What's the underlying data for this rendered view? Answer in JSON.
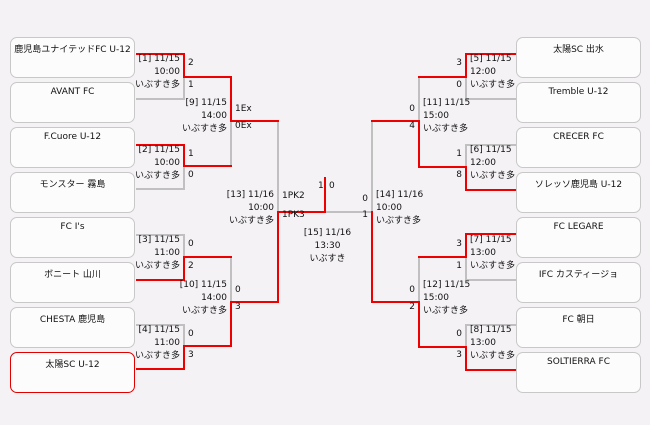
{
  "teams_left": [
    "鹿児島ユナイテッドFC U-12",
    "AVANT FC",
    "F.Cuore U-12",
    "モンスター 霧島",
    "FC I's",
    "ボニート 山川",
    "CHESTA 鹿児島",
    "太陽SC U-12"
  ],
  "teams_right": [
    "太陽SC 出水",
    "Tremble U-12",
    "CRECER FC",
    "ソレッソ鹿児島 U-12",
    "FC LEGARE",
    "IFC カスティージョ",
    "FC 朝日",
    "SOLTIERRA FC"
  ],
  "matches": {
    "m1": {
      "label": "[1] 11/15",
      "time": "10:00",
      "venue": "いぶすき多",
      "s1": "2",
      "s2": "1"
    },
    "m2": {
      "label": "[2] 11/15",
      "time": "10:00",
      "venue": "いぶすき多",
      "s1": "1",
      "s2": "0"
    },
    "m3": {
      "label": "[3] 11/15",
      "time": "11:00",
      "venue": "いぶすき多",
      "s1": "0",
      "s2": "2"
    },
    "m4": {
      "label": "[4] 11/15",
      "time": "11:00",
      "venue": "いぶすき多",
      "s1": "0",
      "s2": "3"
    },
    "m5": {
      "label": "[5] 11/15",
      "time": "12:00",
      "venue": "いぶすき多",
      "s1": "3",
      "s2": "0"
    },
    "m6": {
      "label": "[6] 11/15",
      "time": "12:00",
      "venue": "いぶすき多",
      "s1": "1",
      "s2": "8"
    },
    "m7": {
      "label": "[7] 11/15",
      "time": "13:00",
      "venue": "いぶすき多",
      "s1": "3",
      "s2": "1"
    },
    "m8": {
      "label": "[8] 11/15",
      "time": "13:00",
      "venue": "いぶすき多",
      "s1": "0",
      "s2": "3"
    },
    "m9": {
      "label": "[9] 11/15",
      "time": "14:00",
      "venue": "いぶすき多",
      "s1": "1Ex",
      "s2": "0Ex"
    },
    "m10": {
      "label": "[10] 11/15",
      "time": "14:00",
      "venue": "いぶすき多",
      "s1": "0",
      "s2": "3"
    },
    "m11": {
      "label": "[11] 11/15",
      "time": "15:00",
      "venue": "いぶすき多",
      "s1": "0",
      "s2": "4"
    },
    "m12": {
      "label": "[12] 11/15",
      "time": "15:00",
      "venue": "いぶすき多",
      "s1": "0",
      "s2": "2"
    },
    "m13": {
      "label": "[13] 11/16",
      "time": "10:00",
      "venue": "いぶすき多",
      "s1": "1PK2",
      "s2": "1PK3"
    },
    "m14": {
      "label": "[14] 11/16",
      "time": "10:00",
      "venue": "いぶすき多",
      "s1": "0",
      "s2": "1"
    },
    "m15": {
      "label": "[15] 11/16",
      "time": "13:30",
      "venue": "いぶすき",
      "s1": "1",
      "s2": "0"
    }
  },
  "colors": {
    "win": "#ee0000",
    "line": "#c0c0c0"
  }
}
